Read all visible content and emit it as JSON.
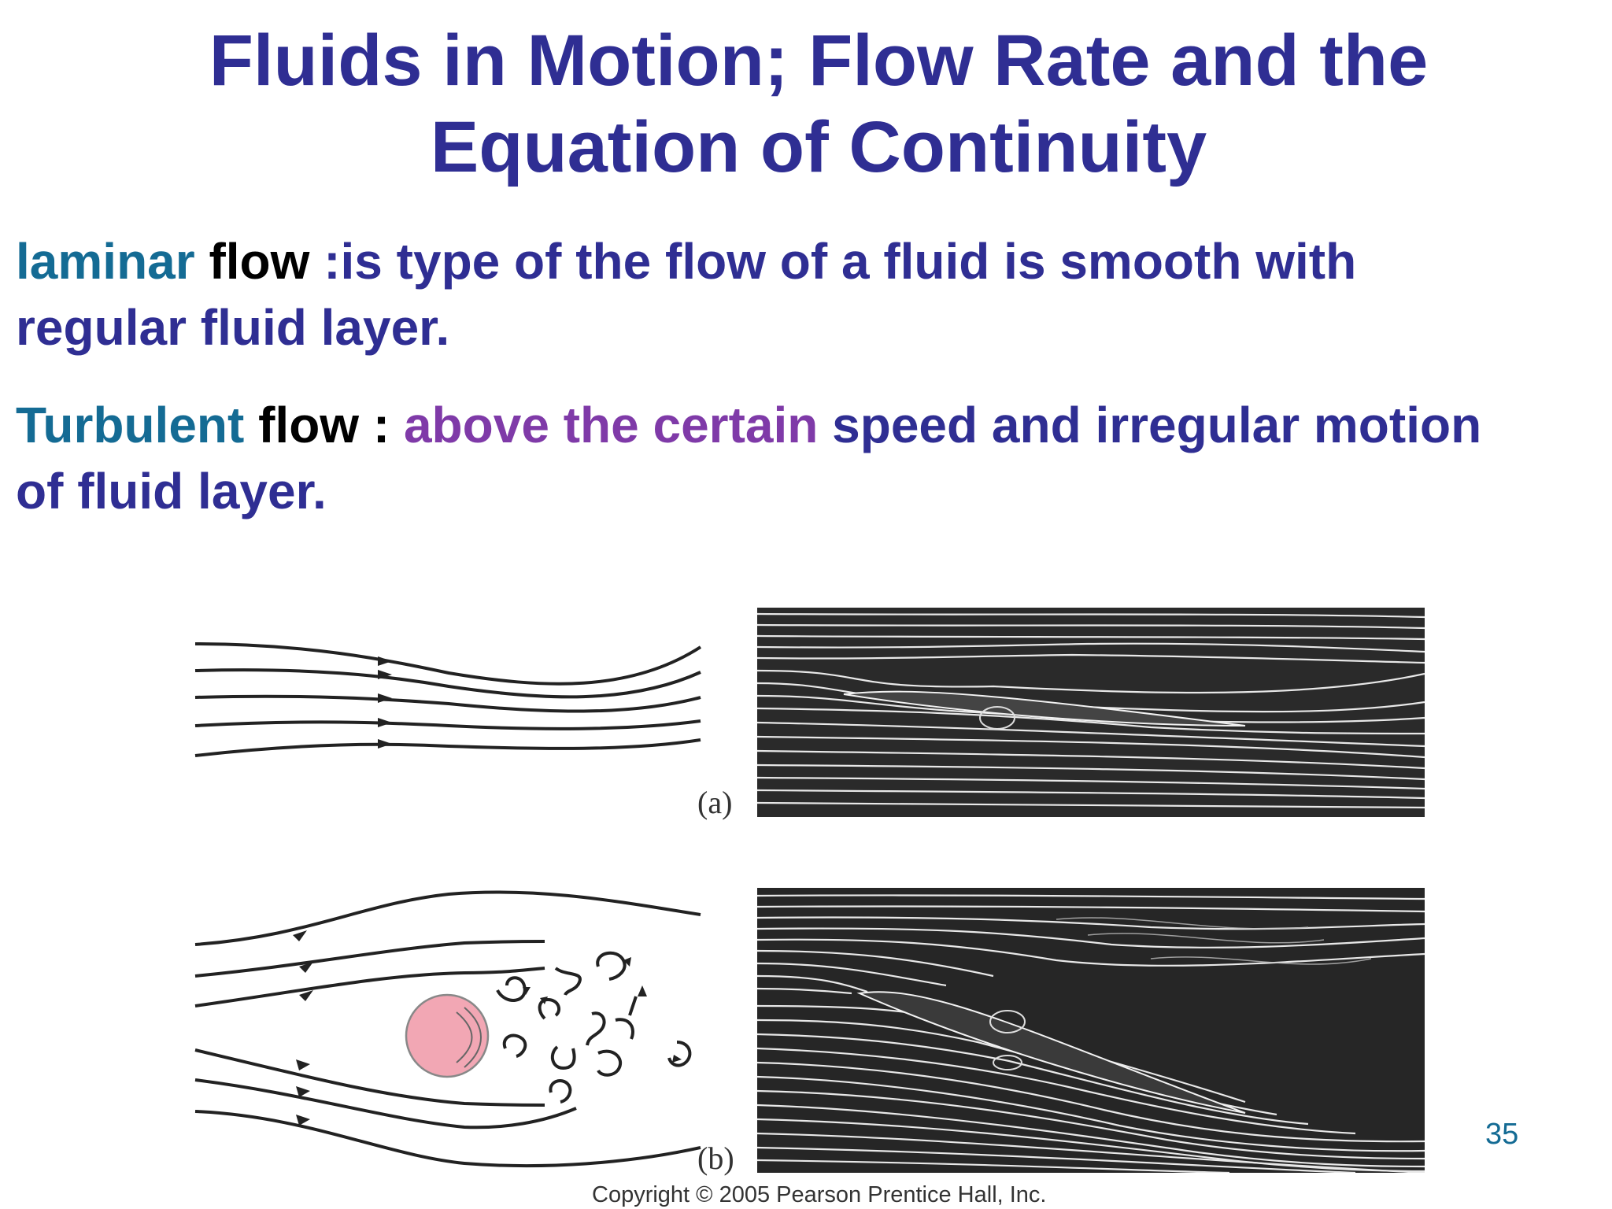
{
  "title": {
    "line1": "Fluids in Motion; Flow Rate and the",
    "line2": "Equation of Continuity"
  },
  "laminar": {
    "term": "laminar",
    "flow": "flow",
    "definition_line1": " :is type of the flow of a fluid is smooth with",
    "definition_line2": "regular fluid layer."
  },
  "turbulent": {
    "term": "Turbulent",
    "flow": "flow",
    "colon": " : ",
    "highlight": "above the certain",
    "rest_line1": " speed and irregular motion",
    "rest_line2": "of fluid layer."
  },
  "figure": {
    "label_a": "(a)",
    "label_b": "(b)",
    "copyright": "Copyright © 2005 Pearson Prentice Hall, Inc."
  },
  "page_number": "35",
  "colors": {
    "title": "#2f2e93",
    "term": "#146b94",
    "highlight": "#7f3aa8",
    "photo_bg": "#2a2a2a",
    "sphere": "#f2a7b4"
  }
}
